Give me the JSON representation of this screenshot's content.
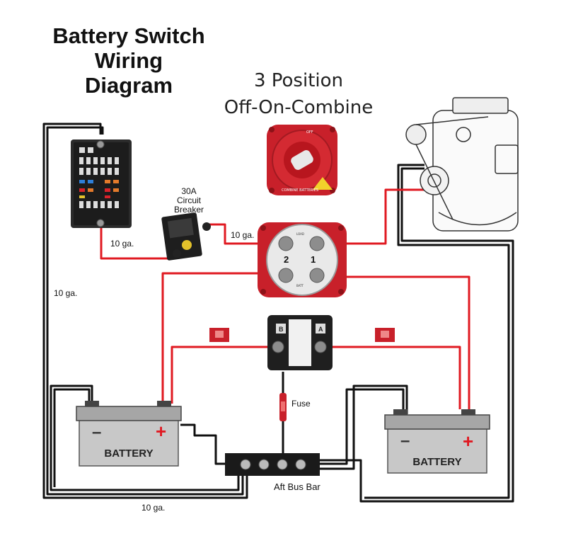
{
  "title": {
    "line1": "Battery Switch",
    "line2": "Wiring",
    "line3": "Diagram"
  },
  "subtitle": {
    "line1": "3 Position",
    "line2": "Off-On-Combine"
  },
  "switch_dial": {
    "off_label": "OFF",
    "combine_label": "COMBINE BATTERIES"
  },
  "switch_back": {
    "load_label": "LOAD",
    "batt_label": "BATT",
    "terminal_2": "2",
    "terminal_1": "1"
  },
  "breaker": {
    "line1": "30A",
    "line2": "Circuit",
    "line3": "Breaker"
  },
  "acr": {
    "terminal_b": "B",
    "terminal_a": "A"
  },
  "wires": {
    "gauge_fuse_block": "10 ga.",
    "gauge_breaker_switch": "10 ga.",
    "gauge_left_ground": "10 ga.",
    "gauge_bottom_ground": "10 ga."
  },
  "fuse_label": "Fuse",
  "bus_bar_label": "Aft Bus Bar",
  "battery_left": {
    "label": "BATTERY",
    "minus": "–",
    "plus": "+"
  },
  "battery_right": {
    "label": "BATTERY",
    "minus": "–",
    "plus": "+"
  },
  "colors": {
    "wire_red": "#e01a22",
    "wire_black": "#111111",
    "switch_red": "#c8202a",
    "battery_gray": "#c8c8c8"
  }
}
